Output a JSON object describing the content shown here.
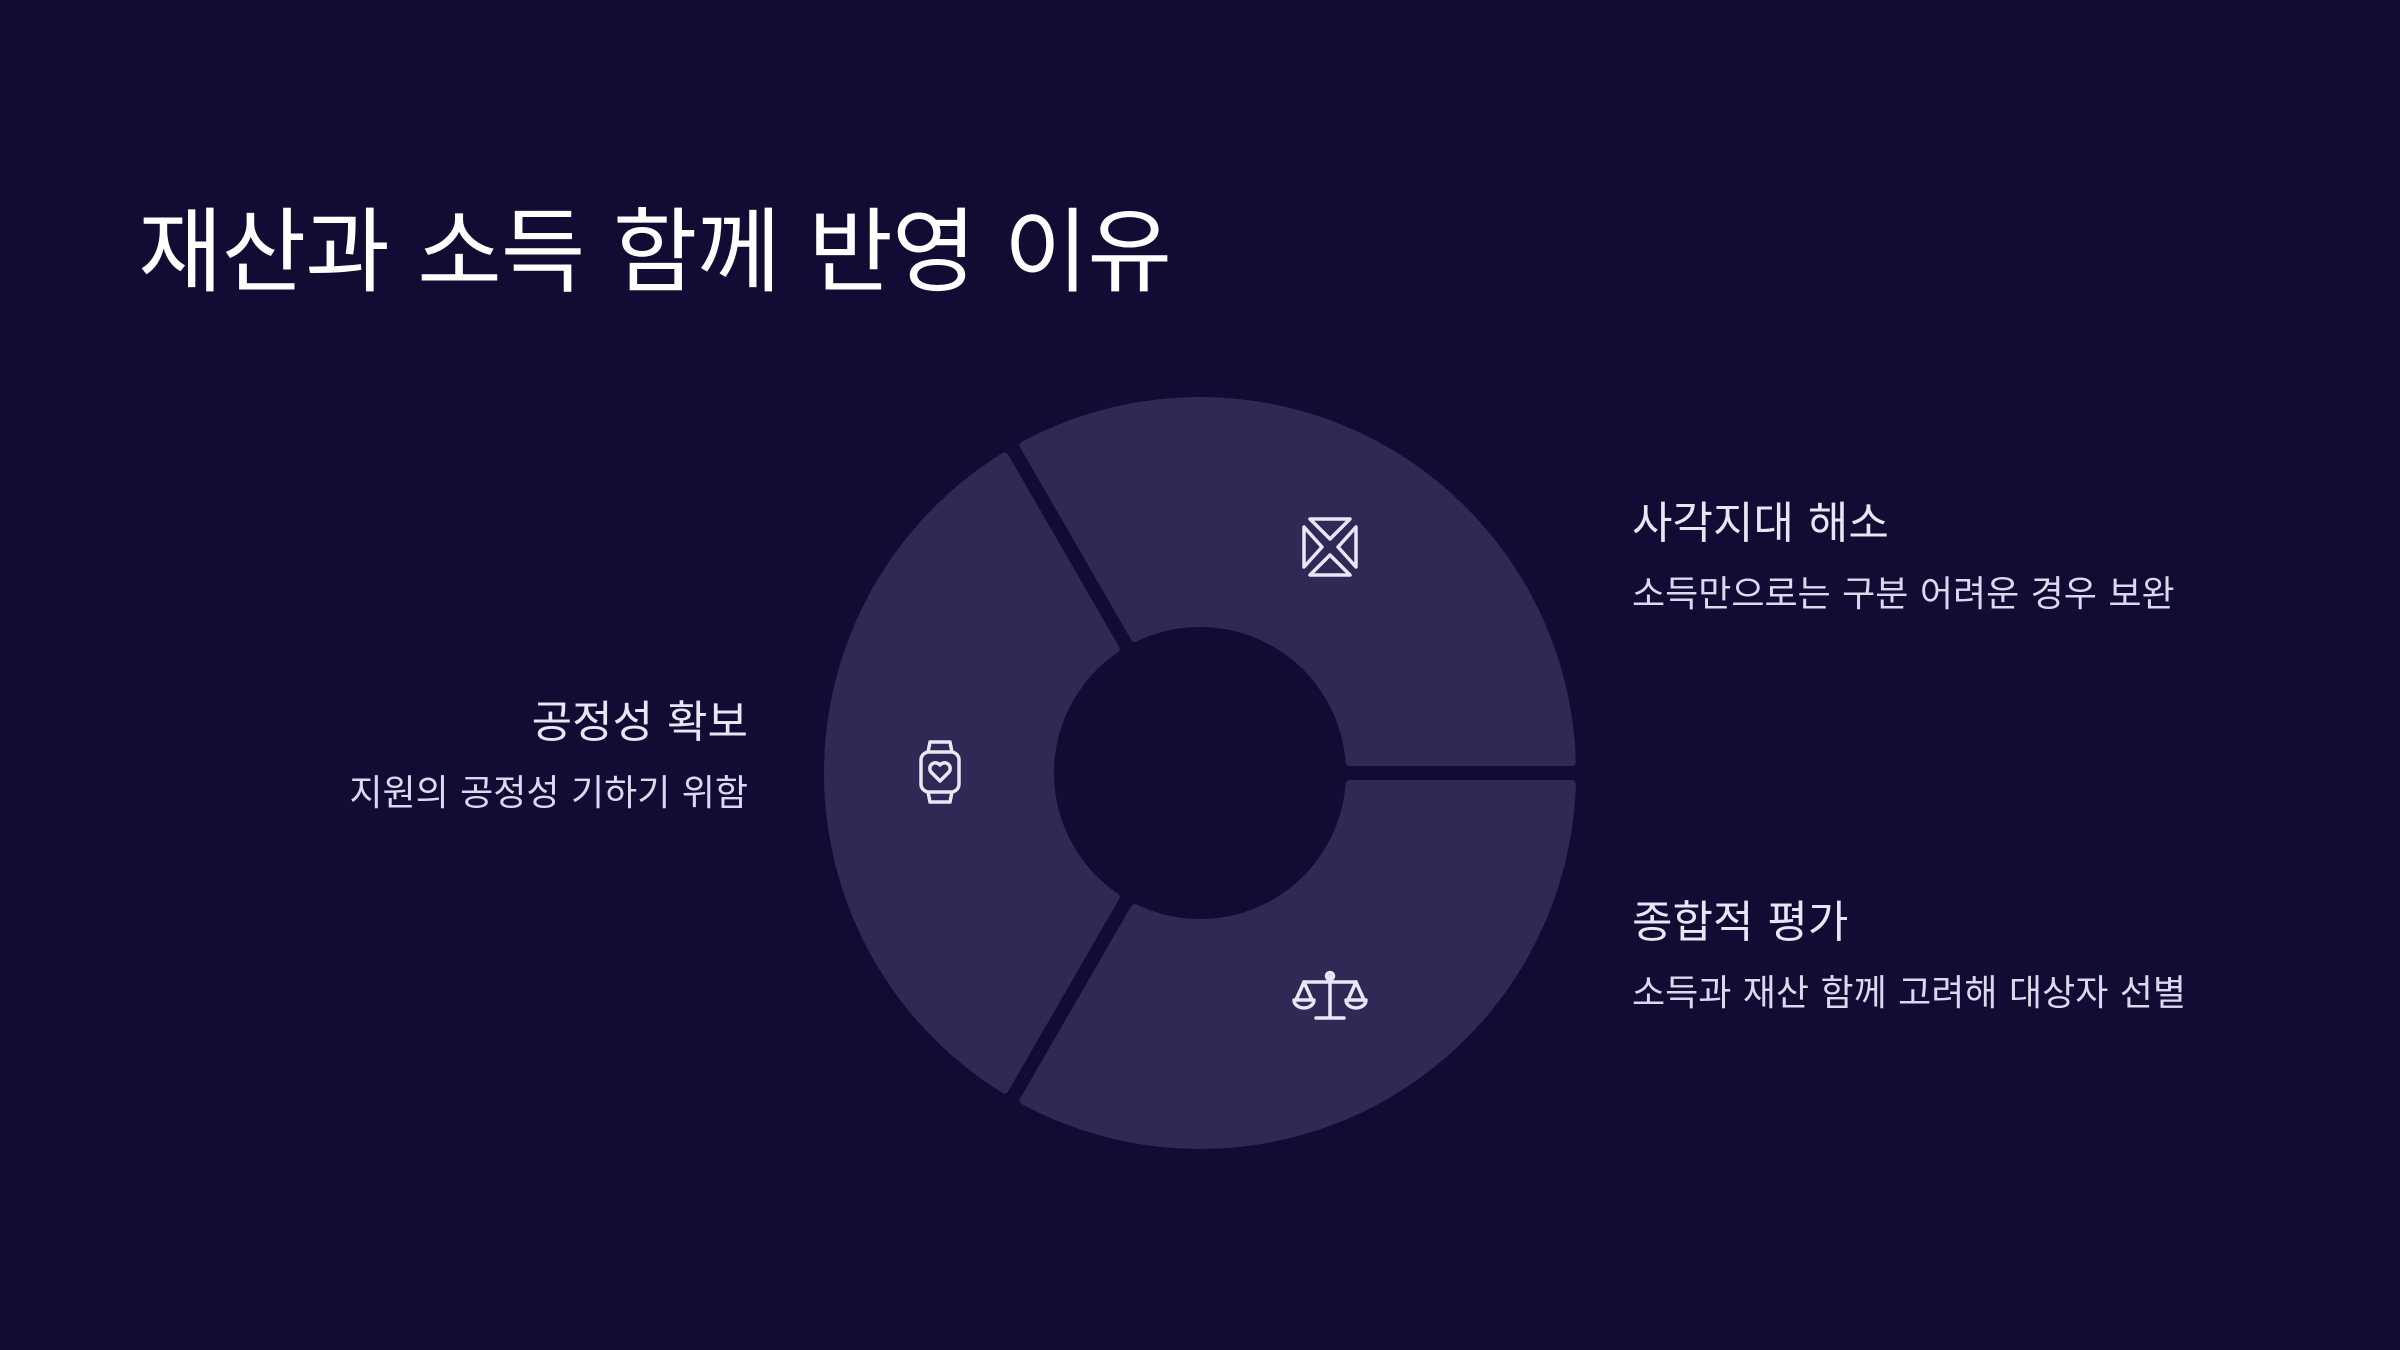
{
  "title": "재산과 소득 함께 반영 이유",
  "colors": {
    "background": "#100c33",
    "segment": "#2e2a55",
    "icon": "#e9e6f7",
    "text": "#ffffff"
  },
  "segments": [
    {
      "id": "blind-spot",
      "heading": "사각지대 해소",
      "description": "소득만으로는 구분 어려운 경우 보완",
      "icon": "bowtie-x-icon"
    },
    {
      "id": "comprehensive",
      "heading": "종합적 평가",
      "description": "소득과 재산 함께 고려해 대상자 선별",
      "icon": "balance-scale-icon"
    },
    {
      "id": "fairness",
      "heading": "공정성 확보",
      "description": "지원의 공정성 기하기 위함",
      "icon": "smartwatch-heart-icon"
    }
  ]
}
